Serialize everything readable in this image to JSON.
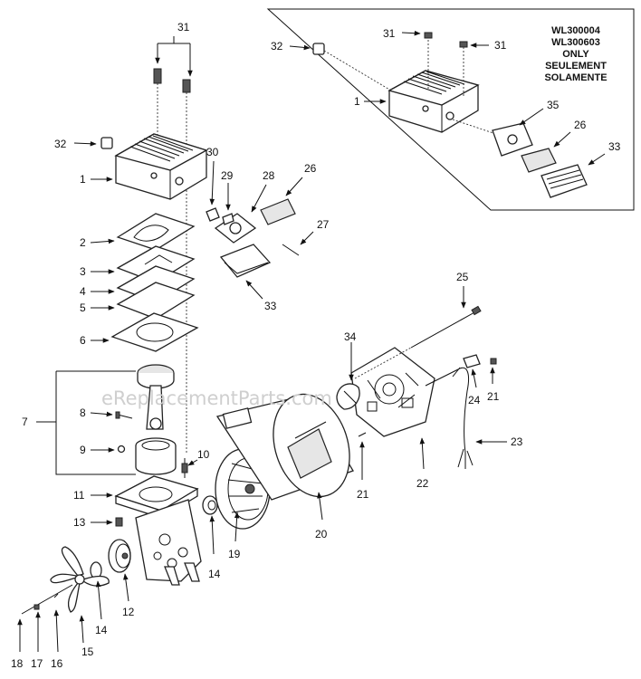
{
  "inset": {
    "model_lines": [
      "WL300004",
      "WL300603",
      "ONLY",
      "SEULEMENT",
      "SOLAMENTE"
    ]
  },
  "watermark": "eReplacementParts.com",
  "callouts": {
    "c1": "1",
    "c2": "2",
    "c3": "3",
    "c4": "4",
    "c5": "5",
    "c6": "6",
    "c7": "7",
    "c8": "8",
    "c9": "9",
    "c10": "10",
    "c11": "11",
    "c12": "12",
    "c13": "13",
    "c14a": "14",
    "c14b": "14",
    "c15": "15",
    "c16": "16",
    "c17": "17",
    "c18": "18",
    "c19": "19",
    "c20": "20",
    "c21a": "21",
    "c21b": "21",
    "c22": "22",
    "c23": "23",
    "c24": "24",
    "c25": "25",
    "c26": "26",
    "c27": "27",
    "c28": "28",
    "c29": "29",
    "c30": "30",
    "c31": "31",
    "c32": "32",
    "c33": "33",
    "c34": "34",
    "i31a": "31",
    "i31b": "31",
    "i32": "32",
    "i1": "1",
    "i35": "35",
    "i26": "26",
    "i33": "33"
  }
}
